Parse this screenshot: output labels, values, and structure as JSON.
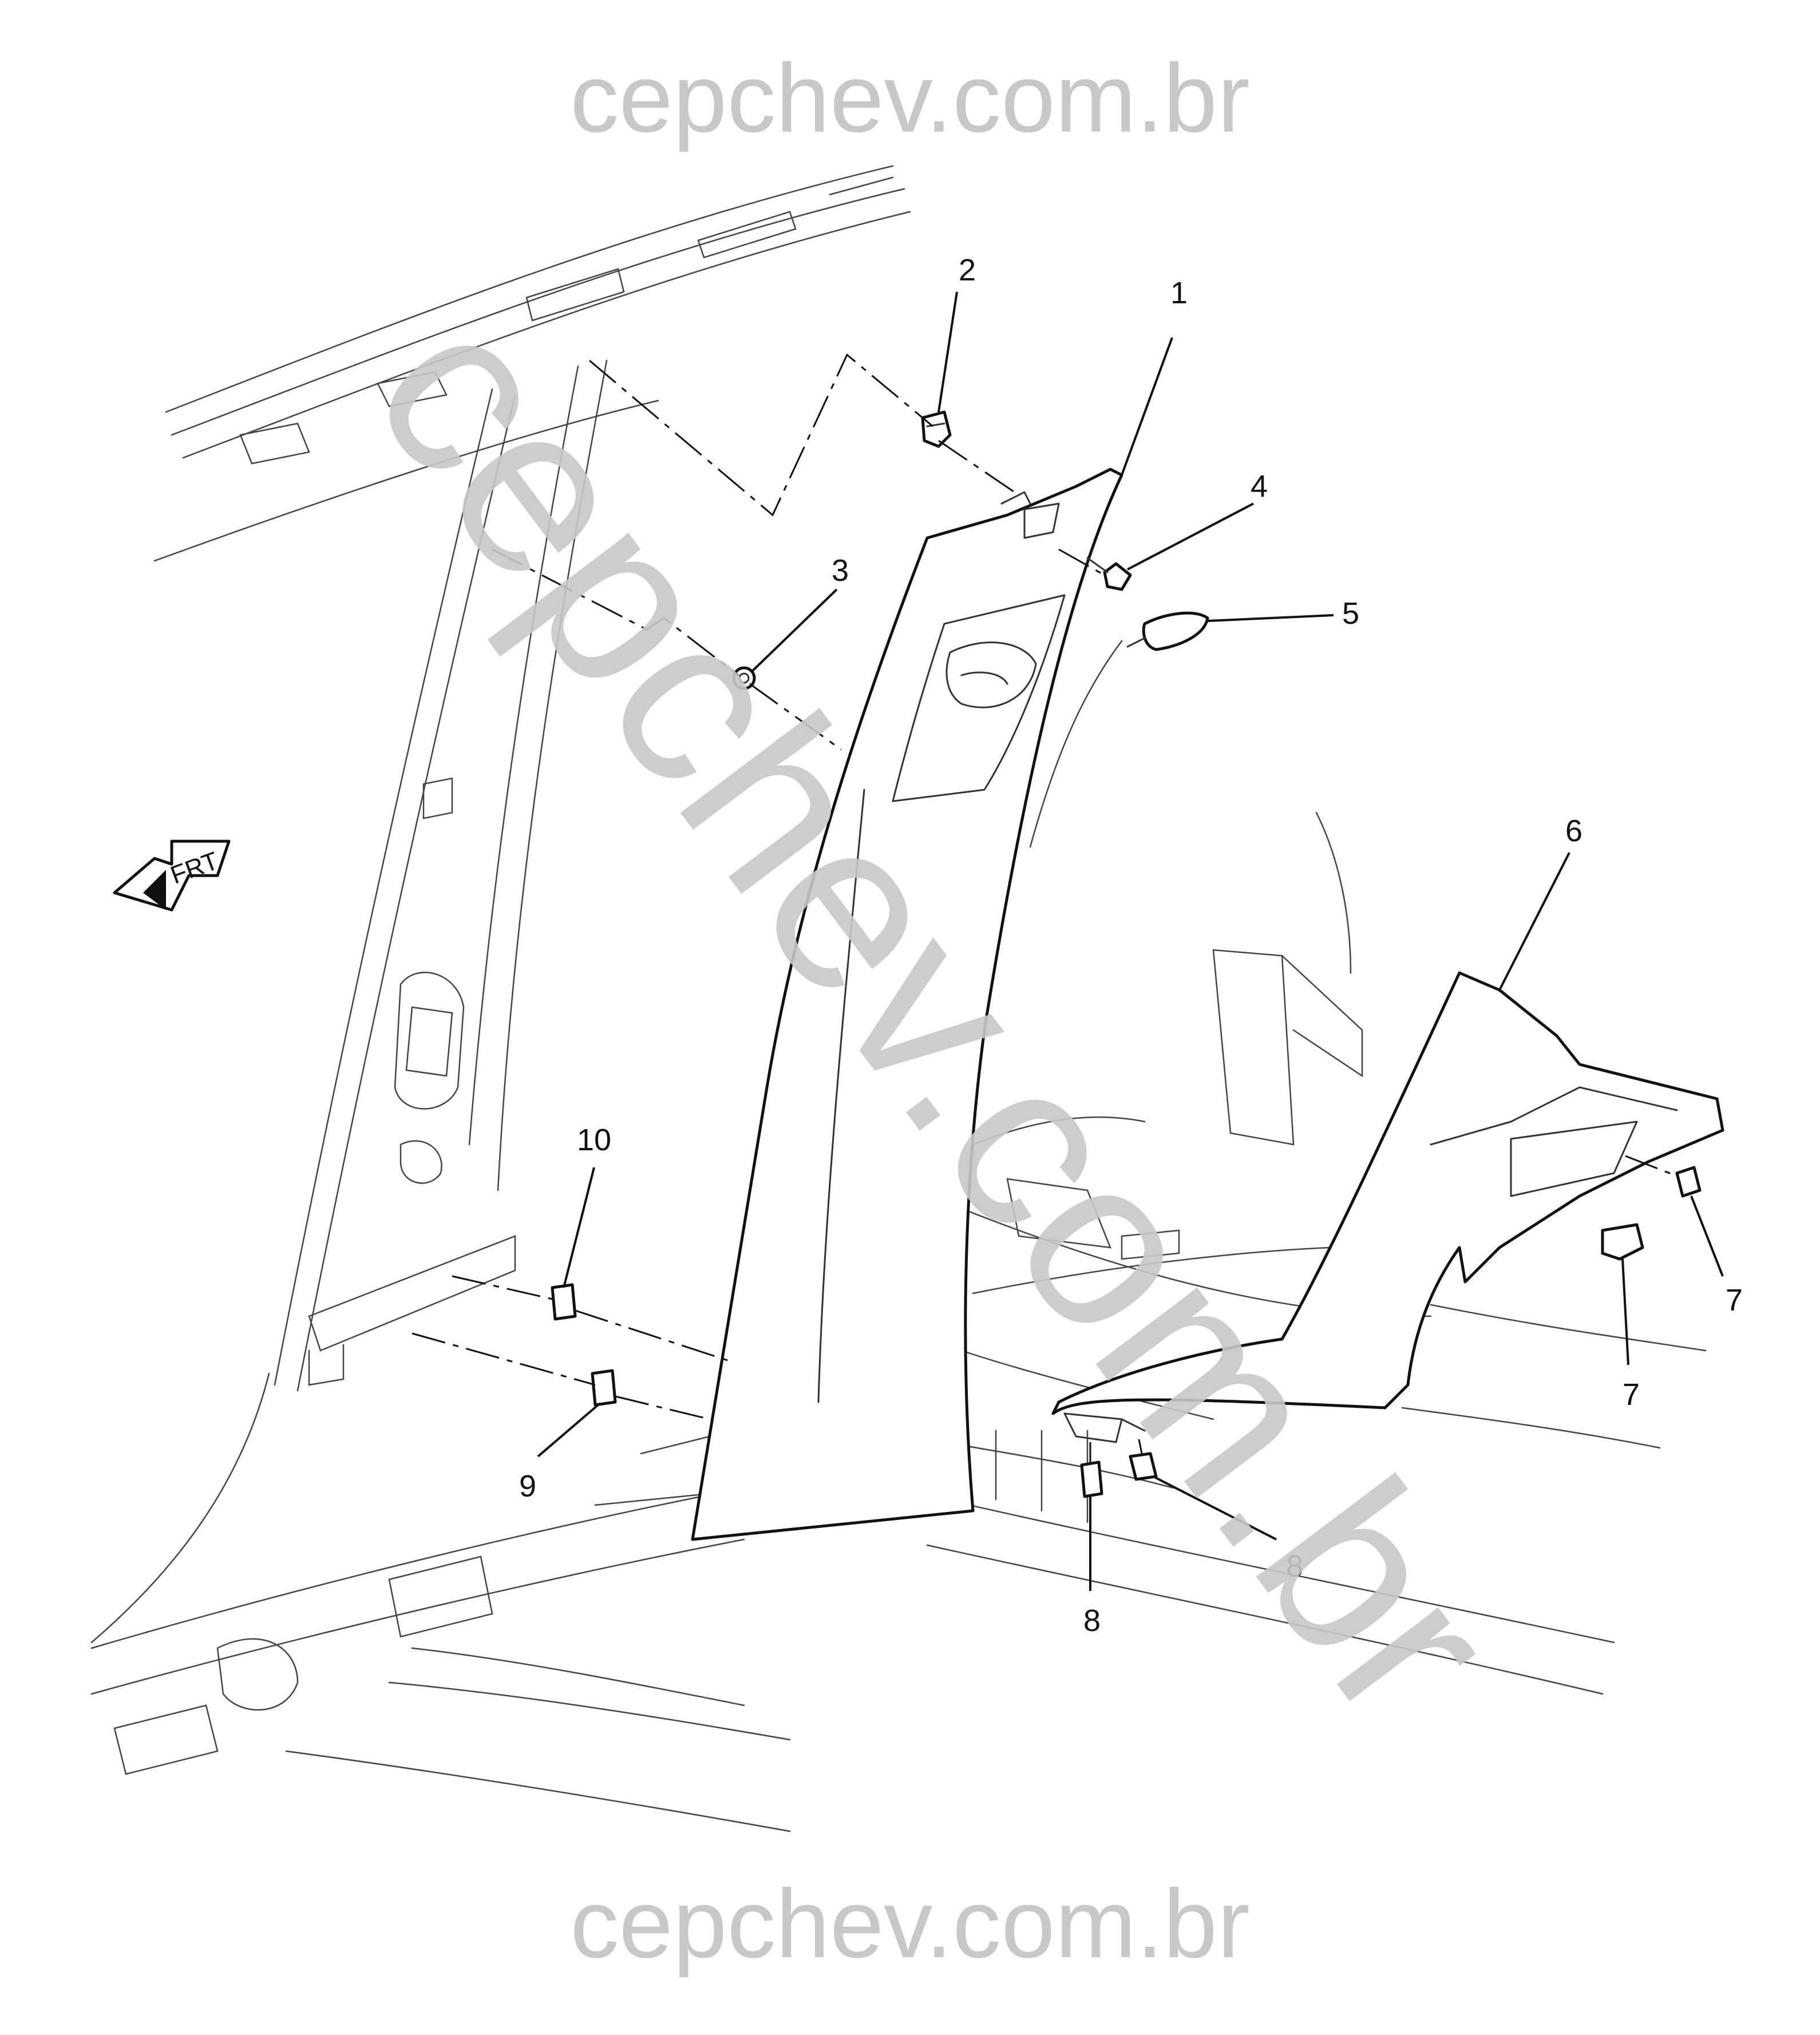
{
  "watermark": {
    "top": "cepchev.com.br",
    "diagonal": "cepchev.com.br",
    "bottom": "cepchev.com.br",
    "color": "#c8c8c8"
  },
  "direction_indicator": {
    "label": "FRT",
    "icon": "front-arrow-icon"
  },
  "callouts": [
    {
      "id": "1",
      "label": "1"
    },
    {
      "id": "2",
      "label": "2"
    },
    {
      "id": "3",
      "label": "3"
    },
    {
      "id": "4",
      "label": "4"
    },
    {
      "id": "5",
      "label": "5"
    },
    {
      "id": "6",
      "label": "6"
    },
    {
      "id": "7a",
      "label": "7"
    },
    {
      "id": "7b",
      "label": "7"
    },
    {
      "id": "8a",
      "label": "8"
    },
    {
      "id": "8b",
      "label": "8"
    },
    {
      "id": "9",
      "label": "9"
    },
    {
      "id": "10",
      "label": "10"
    }
  ],
  "colors": {
    "line": "#111111",
    "watermark": "#c8c8c8",
    "background": "#ffffff"
  }
}
